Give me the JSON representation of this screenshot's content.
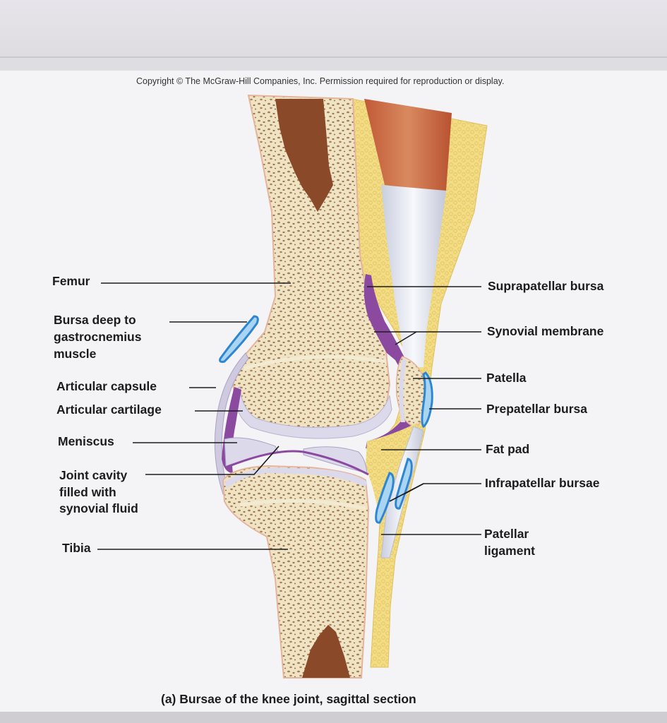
{
  "copyright": "Copyright © The McGraw-Hill Companies, Inc. Permission required for reproduction or display.",
  "labels": {
    "femur": "Femur",
    "bursa_deep_1": "Bursa deep to",
    "bursa_deep_2": "gastrocnemius",
    "bursa_deep_3": "muscle",
    "articular_capsule": "Articular capsule",
    "articular_cartilage": "Articular cartilage",
    "meniscus": "Meniscus",
    "joint_cavity_1": "Joint cavity",
    "joint_cavity_2": "filled with",
    "joint_cavity_3": "synovial fluid",
    "tibia": "Tibia",
    "suprapatellar_bursa": "Suprapatellar bursa",
    "synovial_membrane": "Synovial membrane",
    "patella": "Patella",
    "prepatellar_bursa": "Prepatellar bursa",
    "fat_pad": "Fat pad",
    "infrapatellar_bursae": "Infrapatellar bursae",
    "patellar_ligament_1": "Patellar",
    "patellar_ligament_2": "ligament"
  },
  "caption": "(a) Bursae of the knee joint, sagittal section",
  "colors": {
    "bone": "#efe3c3",
    "spongy_bone": "#9c7a55",
    "marrow": "#8a4a2a",
    "cartilage": "#dcd9ea",
    "synovial_membrane": "#8b4aa0",
    "bursa": "#3a8fd6",
    "fat": "#efd77a",
    "muscle": "#c8643e",
    "tendon": "#eef0f6"
  }
}
